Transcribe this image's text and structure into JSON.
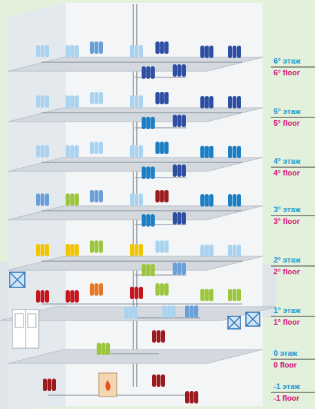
{
  "diagram": {
    "labels": [
      "6° этаж",
      "6° floor",
      "5° этаж",
      "5° floor",
      "4° этаж",
      "4° floor",
      "3° этаж",
      "3° floor",
      "2° этаж",
      "2° floor",
      "1° этаж",
      "1° floor",
      "0 этаж",
      "0 floor",
      "-1 этаж",
      "-1 floor"
    ]
  }
}
